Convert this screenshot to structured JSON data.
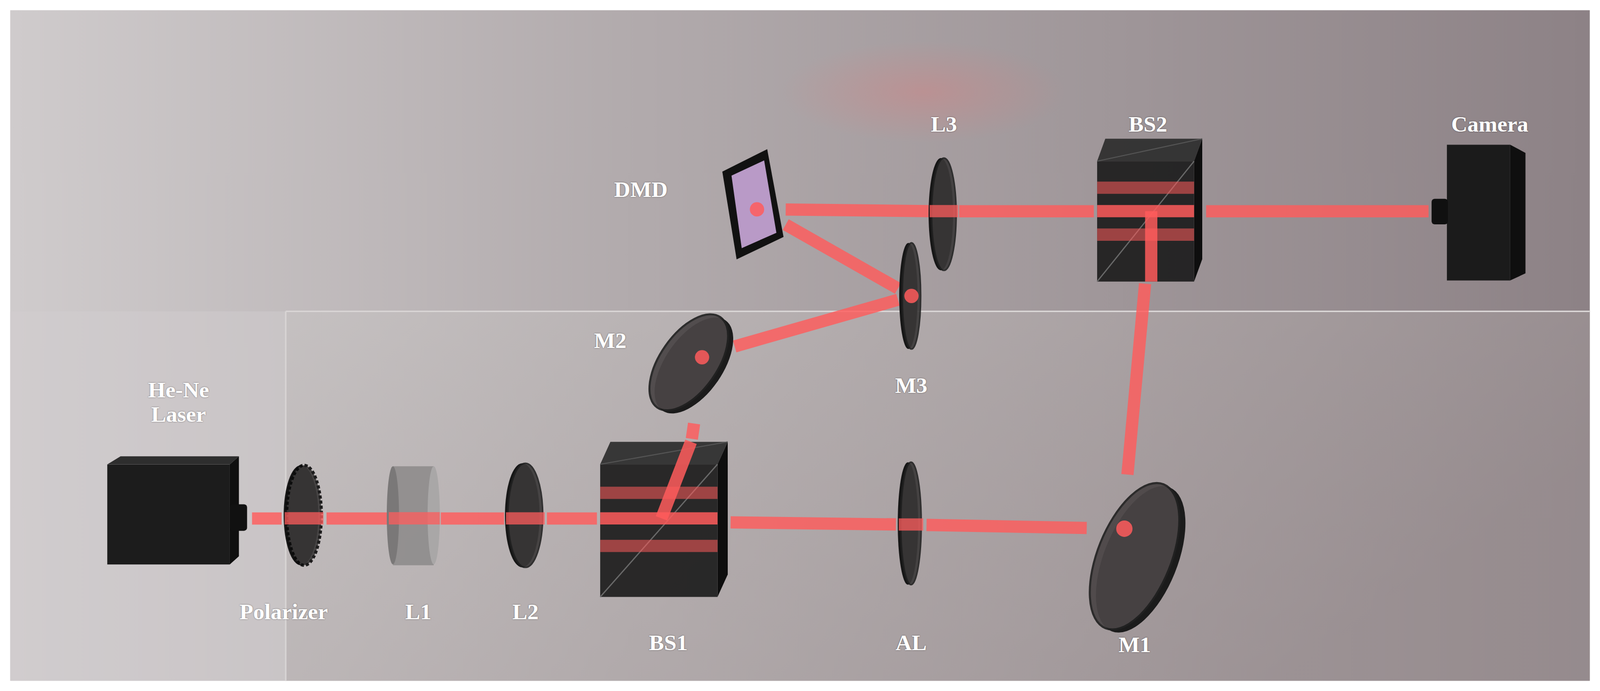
{
  "diagram": {
    "nodes": [
      {
        "text": [
          "He-Ne Laser"
        ]
      },
      {
        "text": [
          "Polarizer"
        ]
      },
      {
        "text": [
          "L1"
        ]
      },
      {
        "text": [
          "L2"
        ]
      },
      {
        "text": [
          "BS1"
        ]
      },
      {
        "text": [
          "AL"
        ]
      },
      {
        "text": [
          "M1"
        ]
      },
      {
        "text": [
          "M2"
        ]
      },
      {
        "text": [
          "M3"
        ]
      },
      {
        "text": [
          "DMD"
        ]
      },
      {
        "text": [
          "L3"
        ]
      },
      {
        "text": [
          "BS2"
        ]
      },
      {
        "text": [
          "Camera"
        ]
      }
    ],
    "edges": [
      {
        "from": 0,
        "to": 1,
        "arrow": "none"
      },
      {
        "from": 1,
        "to": 2,
        "arrow": "none"
      },
      {
        "from": 2,
        "to": 3,
        "arrow": "none"
      },
      {
        "from": 3,
        "to": 4,
        "arrow": "none"
      },
      {
        "from": 4,
        "to": 5,
        "arrow": "none"
      },
      {
        "from": 5,
        "to": 6,
        "arrow": "none"
      },
      {
        "from": 6,
        "to": 11,
        "arrow": "none"
      },
      {
        "from": 4,
        "to": 7,
        "arrow": "none"
      },
      {
        "from": 7,
        "to": 8,
        "arrow": "none"
      },
      {
        "from": 8,
        "to": 9,
        "arrow": "none"
      },
      {
        "from": 9,
        "to": 10,
        "arrow": "none"
      },
      {
        "from": 10,
        "to": 11,
        "arrow": "none"
      },
      {
        "from": 11,
        "to": 12,
        "arrow": "none"
      }
    ]
  }
}
